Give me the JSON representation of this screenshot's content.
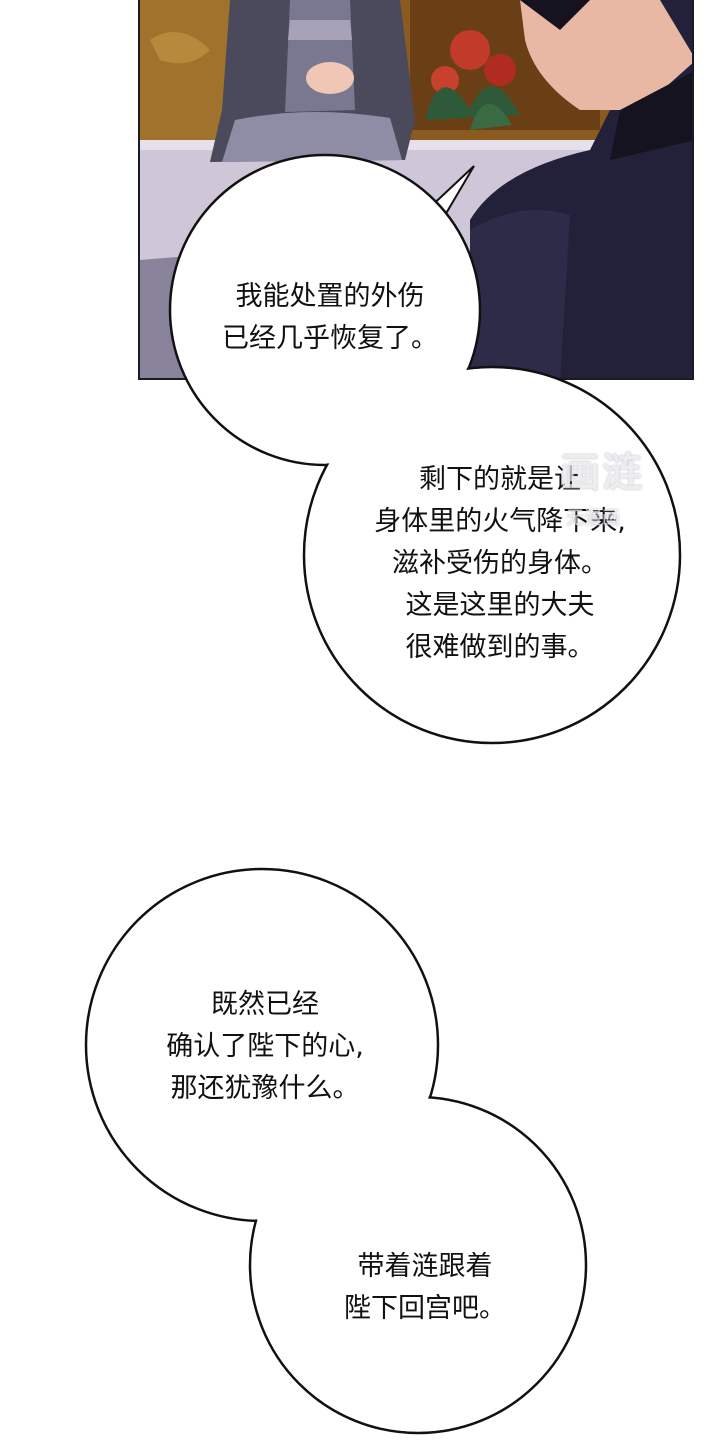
{
  "panel": {
    "scene": "palace-interior"
  },
  "bubbles": [
    {
      "lines": [
        "我能处置的外伤",
        "已经几乎恢复了。"
      ]
    },
    {
      "lines": [
        "剩下的就是让",
        "身体里的火气降下来,",
        "滋补受伤的身体。",
        "这是这里的大夫",
        "很难做到的事。"
      ]
    },
    {
      "lines": [
        "既然已经",
        "确认了陛下的心,",
        "那还犹豫什么。"
      ]
    },
    {
      "lines": [
        "带着涟跟着",
        "陛下回宫吧。"
      ]
    }
  ],
  "watermark": {
    "top": "画涟",
    "bottom": "无漫画"
  },
  "colors": {
    "background": "#ffffff",
    "bubble_fill": "#ffffff",
    "bubble_stroke": "#111111",
    "panel_dark": "#2a2740"
  }
}
